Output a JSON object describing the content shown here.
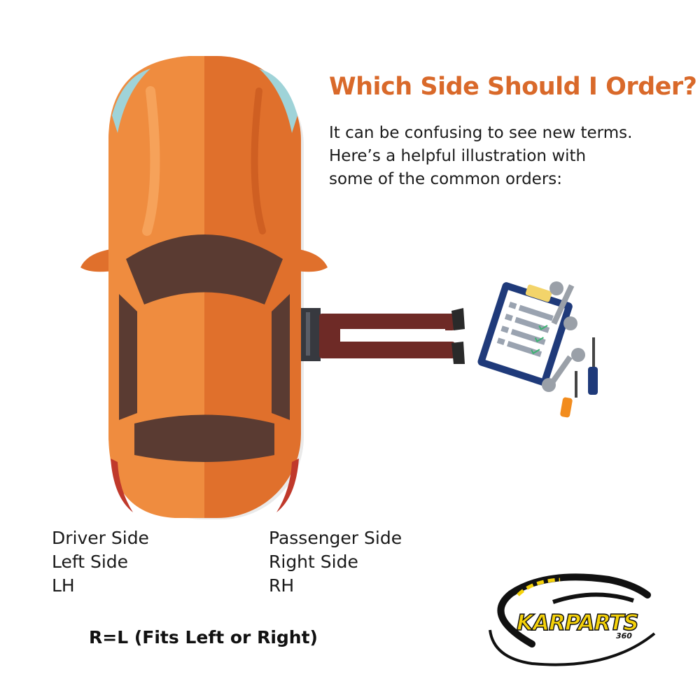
{
  "heading": {
    "title": "Which Side Should I Order?",
    "intro_lines": [
      "It can be confusing to see new terms.",
      "Here’s a helpful illustration with",
      "some of the common orders:"
    ]
  },
  "sides": {
    "left": [
      "Driver Side",
      "Left Side",
      "LH"
    ],
    "right": [
      "Passenger Side",
      "Right Side",
      "RH"
    ]
  },
  "note": "R=L (Fits Left or Right)",
  "brand": {
    "name": "KARPARTS",
    "sub": "360"
  },
  "colors": {
    "title": "#d9692a",
    "car_body": "#e0702c",
    "car_highlight": "#ef8c3f",
    "window": "#5a3b32",
    "logo_yellow": "#f5d20a"
  },
  "illustrations": [
    "car-top-view",
    "mechanic-legs",
    "checklist-clipboard-icon",
    "wrench-icon",
    "screwdriver-icon"
  ]
}
